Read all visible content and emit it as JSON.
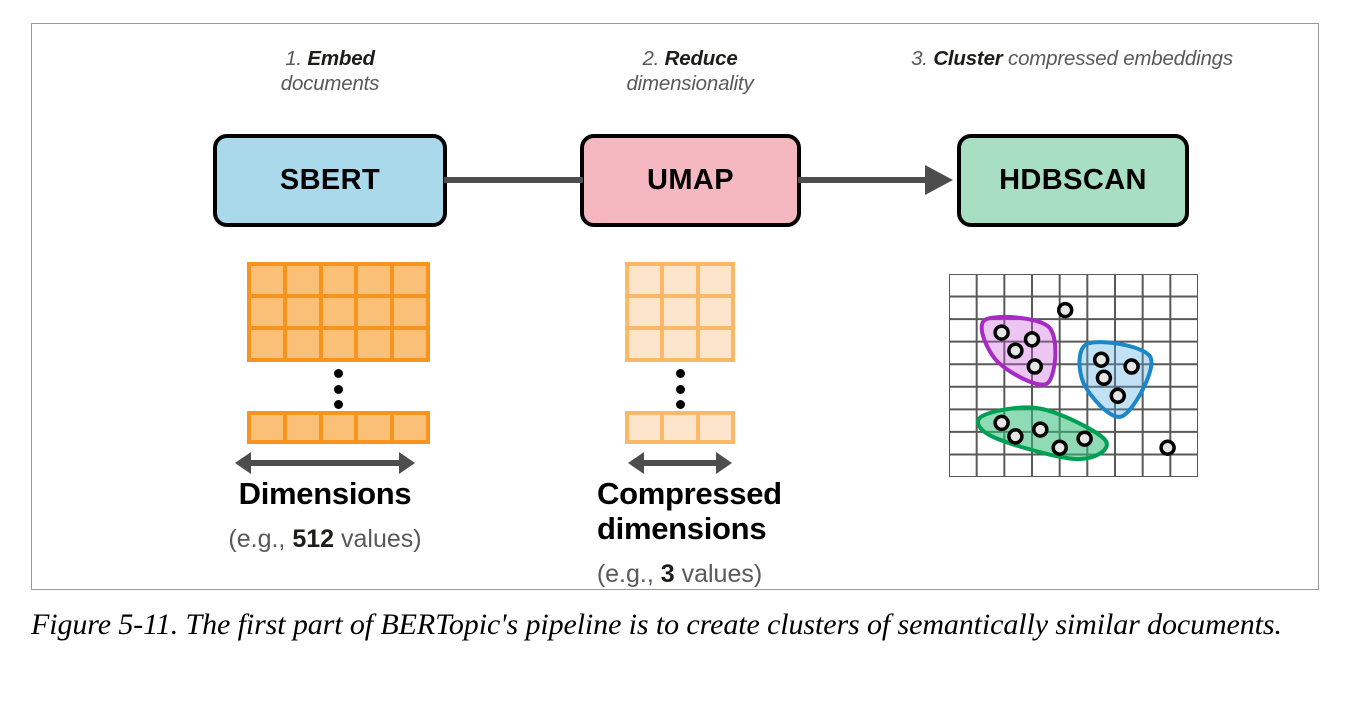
{
  "figure": {
    "caption": "Figure 5-11. The first part of BERTopic's pipeline is to create clusters of semantically similar documents."
  },
  "pipeline": {
    "stages": [
      {
        "number": "1.",
        "action": "Embed",
        "object": "documents",
        "box_label": "SBERT",
        "box_color": "#ABD9EC",
        "matrix": {
          "cols": 5,
          "rows": 3,
          "vector_cols": 5,
          "fill": "#FBC078",
          "line": "#F7941E"
        },
        "arrow_label": "Dimensions",
        "arrow_sub_prefix": "(e.g., ",
        "arrow_sub_value": "512",
        "arrow_sub_suffix": " values)"
      },
      {
        "number": "2.",
        "action": "Reduce",
        "object": "dimensionality",
        "box_label": "UMAP",
        "box_color": "#F5B8C0",
        "matrix": {
          "cols": 3,
          "rows": 3,
          "vector_cols": 3,
          "fill": "#FDE5CC",
          "line": "#FBB867"
        },
        "arrow_label": "Compressed dimensions",
        "arrow_sub_prefix": "(e.g., ",
        "arrow_sub_value": "3",
        "arrow_sub_suffix": " values)"
      },
      {
        "number": "3.",
        "action": "Cluster",
        "object": "compressed embeddings",
        "box_label": "HDBSCAN",
        "box_color": "#A8DEC2"
      }
    ]
  },
  "chart_data": {
    "type": "scatter",
    "title": "",
    "xlabel": "",
    "ylabel": "",
    "grid": true,
    "grid_cols": 9,
    "grid_rows": 9,
    "xlim": [
      0,
      9
    ],
    "ylim": [
      0,
      9
    ],
    "legend": "none",
    "clusters": [
      {
        "name": "cluster-purple",
        "stroke": "#A62BC2",
        "fill": "rgba(200,90,220,0.35)",
        "points": [
          [
            1.9,
            6.4
          ],
          [
            3.0,
            6.1
          ],
          [
            2.4,
            5.6
          ],
          [
            3.1,
            4.9
          ]
        ]
      },
      {
        "name": "cluster-blue",
        "stroke": "#1B87C9",
        "fill": "rgba(80,170,225,0.35)",
        "points": [
          [
            5.5,
            5.2
          ],
          [
            6.6,
            4.9
          ],
          [
            5.6,
            4.4
          ],
          [
            6.1,
            3.6
          ]
        ]
      },
      {
        "name": "cluster-green",
        "stroke": "#00A054",
        "fill": "rgba(50,190,120,0.55)",
        "points": [
          [
            1.9,
            2.4
          ],
          [
            2.4,
            1.8
          ],
          [
            3.3,
            2.1
          ],
          [
            4.0,
            1.3
          ],
          [
            4.9,
            1.7
          ]
        ]
      }
    ],
    "outliers": [
      [
        4.2,
        7.4
      ],
      [
        7.9,
        1.3
      ]
    ],
    "point_fill": "#E6E6E6",
    "point_stroke": "#000000"
  }
}
